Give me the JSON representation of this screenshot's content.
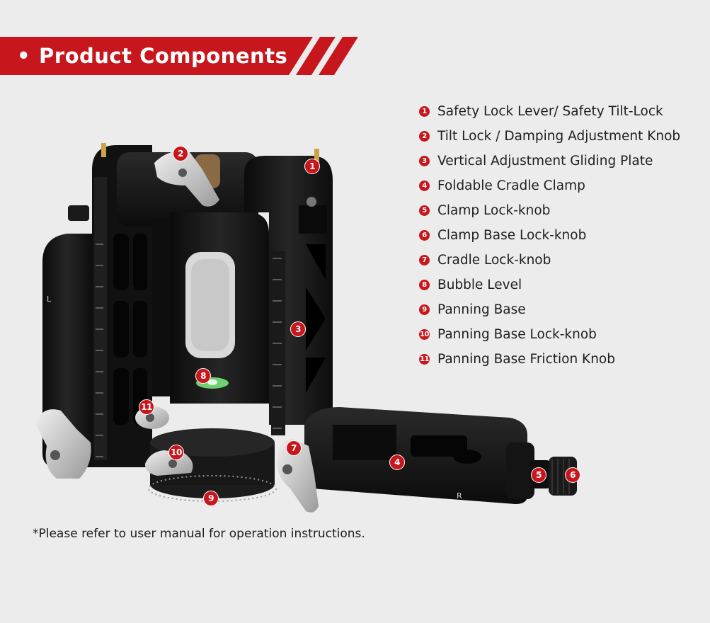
{
  "banner": {
    "title": "Product Components"
  },
  "components": [
    {
      "num": "1",
      "label": "Safety Lock Lever/ Safety Tilt-Lock"
    },
    {
      "num": "2",
      "label": "Tilt Lock / Damping Adjustment Knob"
    },
    {
      "num": "3",
      "label": "Vertical Adjustment Gliding Plate"
    },
    {
      "num": "4",
      "label": "Foldable Cradle Clamp"
    },
    {
      "num": "5",
      "label": "Clamp Lock-knob"
    },
    {
      "num": "6",
      "label": "Clamp Base Lock-knob"
    },
    {
      "num": "7",
      "label": "Cradle Lock-knob"
    },
    {
      "num": "8",
      "label": "Bubble Level"
    },
    {
      "num": "9",
      "label": "Panning Base"
    },
    {
      "num": "10",
      "label": "Panning Base Lock-knob"
    },
    {
      "num": "11",
      "label": "Panning Base Friction Knob"
    }
  ],
  "callouts": [
    "2",
    "1",
    "3",
    "8",
    "11",
    "10",
    "7",
    "4",
    "5",
    "6",
    "9"
  ],
  "plate_marks": {
    "left": "L",
    "right": "R"
  },
  "footnote": "*Please refer to user manual for operation instructions.",
  "colors": {
    "accent": "#c8161d",
    "background": "#ececec",
    "metal": "#141414"
  }
}
